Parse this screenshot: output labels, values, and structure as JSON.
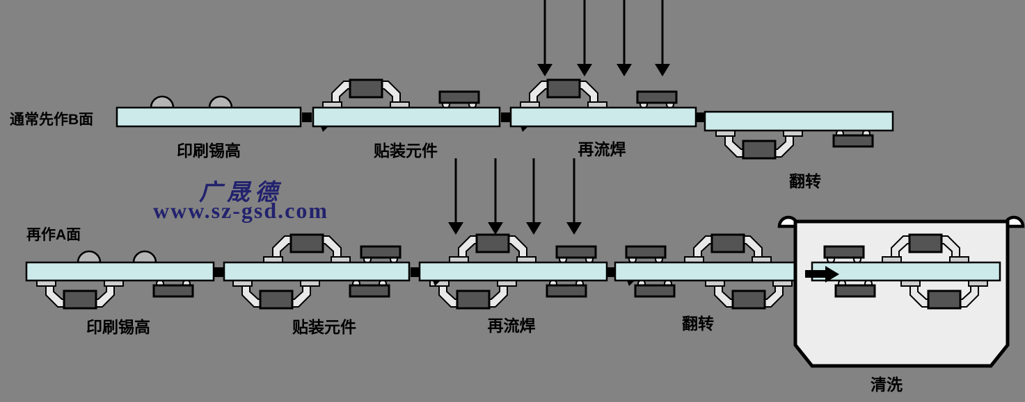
{
  "watermark": {
    "brand": "广晟德",
    "url": "www.sz-gsd.com"
  },
  "process_rows": [
    {
      "side_label": "通常先作B面",
      "steps": [
        {
          "label": "印刷锡高"
        },
        {
          "label": "贴装元件"
        },
        {
          "label": "再流焊"
        },
        {
          "label": "翻转"
        }
      ]
    },
    {
      "side_label": "再作A面",
      "steps": [
        {
          "label": "印刷锡高"
        },
        {
          "label": "贴装元件"
        },
        {
          "label": "再流焊"
        },
        {
          "label": "翻转"
        },
        {
          "label": "清洗"
        }
      ]
    }
  ],
  "colors": {
    "bg": "#838383",
    "board": "#cdeaea",
    "component": "#545454",
    "lead": "#e8e8e8",
    "pad": "#cfcfcf",
    "paste": "#b5b5b5",
    "tank": "#ededed",
    "watermark": "#22226e",
    "label": "#000000"
  }
}
